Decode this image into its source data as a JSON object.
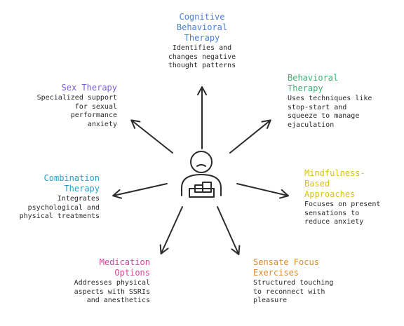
{
  "nodes": {
    "cbt": {
      "title": "Cognitive\nBehavioral\nTherapy",
      "desc": "Identifies and\nchanges negative\nthought patterns",
      "color": "#4a7fd4"
    },
    "behavioral": {
      "title": "Behavioral\nTherapy",
      "desc": "Uses techniques like\nstop-start and\nsqueeze to manage\nejaculation",
      "color": "#3bb273"
    },
    "mindfulness": {
      "title": "Mindfulness-\nBased\nApproaches",
      "desc": "Focuses on present\nsensations to\nreduce anxiety",
      "color": "#d9c21a"
    },
    "sensate": {
      "title": "Sensate Focus\nExercises",
      "desc": "Structured touching\nto reconnect with\npleasure",
      "color": "#e08a2c"
    },
    "medication": {
      "title": "Medication\nOptions",
      "desc": "Addresses physical\naspects with SSRIs\nand anesthetics",
      "color": "#d6449a"
    },
    "combination": {
      "title": "Combination\nTherapy",
      "desc": "Integrates\npsychological and\nphysical treatments",
      "color": "#1fa3c9"
    },
    "sex": {
      "title": "Sex Therapy",
      "desc": "Specialized support\nfor sexual\nperformance\nanxiety",
      "color": "#7b5fd6"
    }
  },
  "center_icon": "person-at-podium-icon"
}
